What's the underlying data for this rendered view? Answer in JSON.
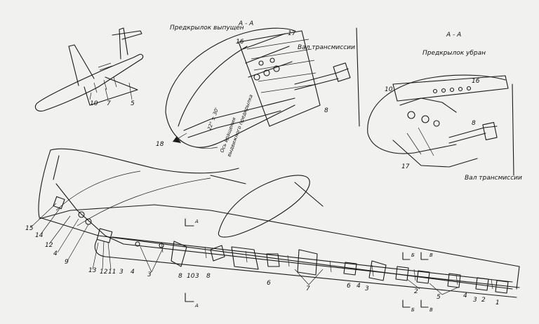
{
  "captions": {
    "slat_extended": "Предкрылок выпущен",
    "slat_retracted": "Предкрылок убран",
    "section_top": "А - А",
    "section_right": "А - А",
    "transmission_shaft_1": "Вал трансмиссии",
    "transmission_shaft_2": "Вал трансмиссии",
    "angle": "22° ± 30'",
    "rotation_axis_line1": "Ось вращения",
    "rotation_axis_line2": "выдвижного предкрылка"
  },
  "section_marks": {
    "A_left_top": "А",
    "A_left_bottom": "А",
    "B_top": "Б",
    "B_bottom": "Б",
    "V_top": "В",
    "V_bottom": "В"
  },
  "aircraft_callouts": [
    "10",
    "7",
    "5"
  ],
  "extended_view_callouts": [
    "16",
    "17",
    "8",
    "18"
  ],
  "retracted_view_callouts": [
    "10",
    "16",
    "8",
    "17"
  ],
  "wing_callouts": {
    "left_cluster": [
      "15",
      "14",
      "12",
      "4",
      "9",
      "13",
      "12",
      "11",
      "3",
      "4",
      "3"
    ],
    "mid_row": [
      "8",
      "10",
      "3",
      "8",
      "6",
      "7",
      "6",
      "4",
      "3"
    ],
    "right_row": [
      "2",
      "5",
      "4",
      "3",
      "2",
      "1"
    ]
  }
}
